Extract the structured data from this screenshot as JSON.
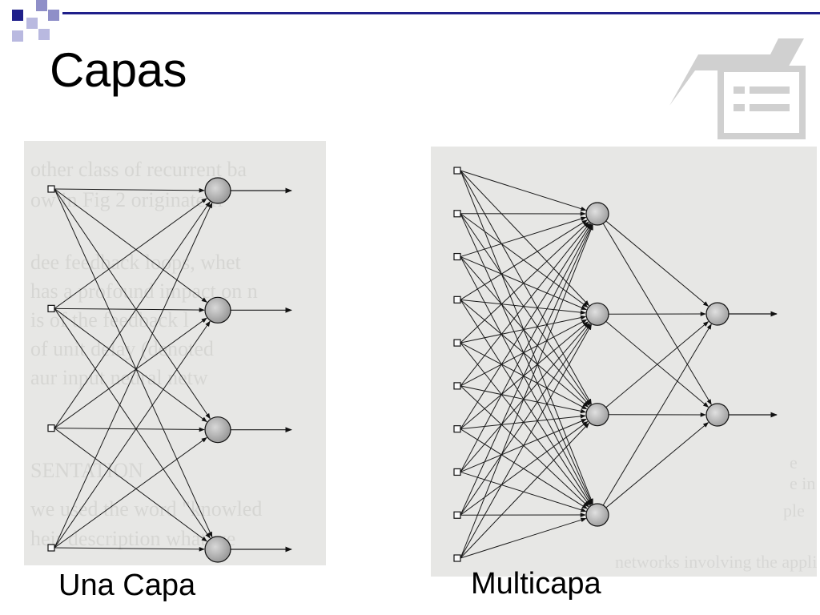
{
  "slide": {
    "title": "Capas"
  },
  "theme": {
    "accent": "#1f1f8a",
    "accent_light": "#8f8fc8",
    "icon_gray": "#d0d0d0",
    "panel_bg": "#e7e7e5",
    "node_fill": "#bdbdbd"
  },
  "icons": {
    "slide_placeholder": "bulleted-list-icon",
    "corner": "blue-squares-icon"
  },
  "diagrams": [
    {
      "caption": "Una Capa",
      "inputs": 4,
      "layers": [
        4
      ],
      "output_arrows": true
    },
    {
      "caption": "Multicapa",
      "inputs": 10,
      "layers": [
        4,
        2
      ],
      "output_arrows": true
    }
  ]
}
